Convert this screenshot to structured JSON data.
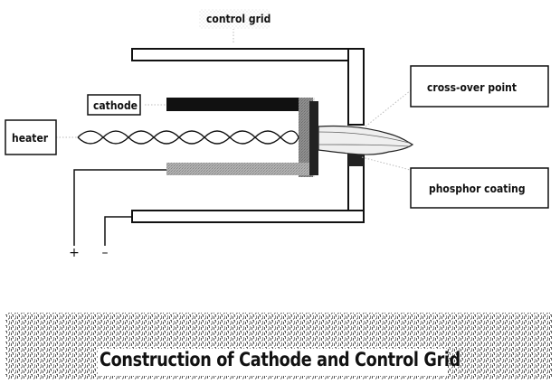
{
  "labels": {
    "control_grid": "control grid",
    "cathode": "cathode",
    "heater": "heater",
    "cross_over_point": "cross-over point",
    "phosphor_coating": "phosphor coating",
    "plus": "+",
    "minus": "–"
  },
  "caption": "Construction of Cathode and Control Grid"
}
